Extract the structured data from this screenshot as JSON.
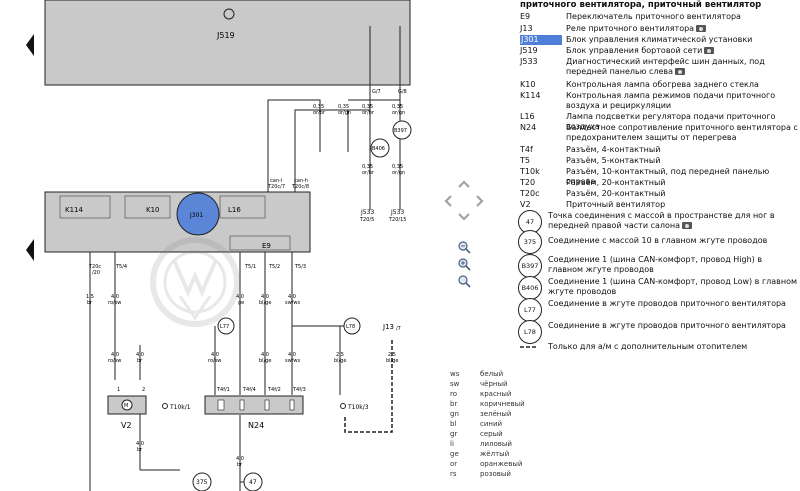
{
  "diagram": {
    "j519_label": "J519",
    "j301_label": "J301",
    "e9_label": "E9",
    "k114_label": "K114",
    "k10_label": "K10",
    "l16_label": "L16",
    "v2_label": "V2",
    "n24_label": "N24",
    "t10k1_label": "T10k/1",
    "t10k3_label": "T10k/3",
    "j13_label": "J13",
    "j13_pin": "/7",
    "j533a_label": "J533",
    "j533a_pin": "T20/5",
    "j533b_label": "J533",
    "j533b_pin": "T20/15",
    "pin_g7": "G/7",
    "pin_g8": "G/8",
    "b397": "B397",
    "b406": "B406",
    "l77": "L77",
    "l78": "L78",
    "g375": "375",
    "g47": "47",
    "canl": "can-l",
    "canl_pin": "T20c/7",
    "canh": "can-h",
    "canh_pin": "T20c/8",
    "wires": {
      "w1a": "0,35",
      "w1b": "or/br",
      "w2a": "0,35",
      "w2b": "or/gn",
      "w3a": "0,35",
      "w3b": "or/br",
      "w4a": "0,35",
      "w4b": "or/gn",
      "w5a": "0,35",
      "w5b": "or/br",
      "w6a": "0,35",
      "w6b": "or/gn",
      "p1": "T20c",
      "p1b": "/20",
      "p2": "T5/4",
      "p3": "T5/1",
      "p4": "T5/2",
      "p5": "T5/3",
      "d1a": "1,5",
      "d1b": "br",
      "d2a": "4,0",
      "d2b": "ro/sw",
      "d3a": "4,0",
      "d3b": "ge",
      "d4a": "4,0",
      "d4b": "bl/ge",
      "d5a": "4,0",
      "d5b": "sw/ws",
      "e1a": "4,0",
      "e1b": "ro/sw",
      "e2a": "4,0",
      "e2b": "br",
      "e3a": "4,0",
      "e3b": "ro/sw",
      "e4a": "4,0",
      "e4b": "bl/ge",
      "e5a": "4,0",
      "e5b": "sw/ws",
      "e6a": "2,5",
      "e6b": "bl/ge",
      "e7a": "2,5",
      "e7b": "bl/ge",
      "m1": "1",
      "m2": "2",
      "n1": "T4f/1",
      "n2": "T4f/4",
      "n3": "T4f/2",
      "n4": "T4f/3",
      "f1a": "4,0",
      "f1b": "br",
      "f2a": "4,0",
      "f2b": "br"
    }
  },
  "legend": {
    "title": "приточного вентилятора, приточный вентилятор",
    "items": [
      {
        "code": "E9",
        "desc": "Переключатель приточного вентилятора"
      },
      {
        "code": "J13",
        "desc": "Реле приточного вентилятора"
      },
      {
        "code": "J301",
        "desc": "Блок управления климатической установки"
      },
      {
        "code": "J519",
        "desc": "Блок управления бортовой сети"
      },
      {
        "code": "J533",
        "desc": "Диагностический интерфейс шин данных, под передней панелью слева"
      },
      {
        "code": "K10",
        "desc": "Контрольная лампа обогрева заднего стекла"
      },
      {
        "code": "K114",
        "desc": "Контрольная лампа режимов подачи приточного воздуха и рециркуляции"
      },
      {
        "code": "L16",
        "desc": "Лампа подсветки регулятора подачи приточного воздуха"
      },
      {
        "code": "N24",
        "desc": "Балластное сопротивление приточного вентилятора с предохранителем защиты от перегрева"
      },
      {
        "code": "T4f",
        "desc": "Разъём, 4-контактный"
      },
      {
        "code": "T5",
        "desc": "Разъём, 5-контактный"
      },
      {
        "code": "T10k",
        "desc": "Разъём, 10-контактный, под передней панелью справа"
      },
      {
        "code": "T20",
        "desc": "Разъём, 20-контактный"
      },
      {
        "code": "T20c",
        "desc": "Разъём, 20-контактный"
      },
      {
        "code": "V2",
        "desc": "Приточный вентилятор"
      }
    ],
    "circles": [
      {
        "code": "47",
        "desc": "Точка соединения с массой в пространстве для ног в передней правой части салона"
      },
      {
        "code": "375",
        "desc": "Соединение с массой 10 в главном жгуте проводов"
      },
      {
        "code": "B397",
        "desc": "Соединение 1 (шина CAN-комфорт, провод High) в главном жгуте проводов"
      },
      {
        "code": "B406",
        "desc": "Соединение 1 (шина CAN-комфорт, провод Low) в главном жгуте проводов"
      },
      {
        "code": "L77",
        "desc": "Соединение в жгуте проводов приточного вентилятора"
      },
      {
        "code": "L78",
        "desc": "Соединение в жгуте проводов приточного вентилятора"
      }
    ],
    "dashed_desc": "Только для а/м с дополнительным отопителем"
  },
  "colors": [
    {
      "code": "ws",
      "name": "белый"
    },
    {
      "code": "sw",
      "name": "чёрный"
    },
    {
      "code": "ro",
      "name": "красный"
    },
    {
      "code": "br",
      "name": "коричневый"
    },
    {
      "code": "gn",
      "name": "зелёный"
    },
    {
      "code": "bl",
      "name": "синий"
    },
    {
      "code": "gr",
      "name": "серый"
    },
    {
      "code": "li",
      "name": "лиловый"
    },
    {
      "code": "ge",
      "name": "жёлтый"
    },
    {
      "code": "or",
      "name": "оранжевый"
    },
    {
      "code": "rs",
      "name": "розовый"
    }
  ],
  "style": {
    "block_fill": "#c9c9c9",
    "highlight": "#4f7fd8",
    "line": "#222222",
    "nav": "#9aa3ad"
  },
  "icons": {
    "pan_up": "chevron-up-icon",
    "pan_down": "chevron-down-icon",
    "pan_left": "chevron-left-icon",
    "pan_right": "chevron-right-icon",
    "zoom_out": "zoom-out-icon",
    "zoom_in": "zoom-in-icon",
    "zoom_fit": "zoom-fit-icon",
    "prev": "prev-page-icon",
    "next": "next-page-icon"
  }
}
